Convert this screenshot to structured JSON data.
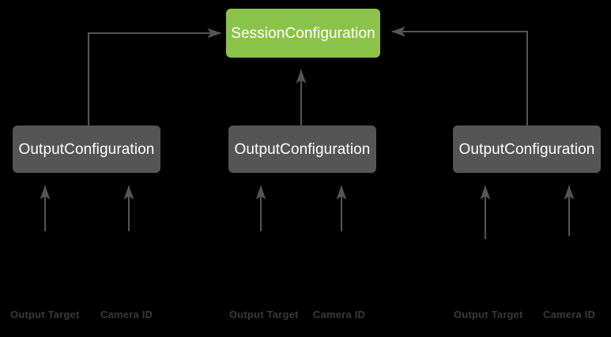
{
  "diagram": {
    "title_node": {
      "label": "SessionConfiguration",
      "color": "#8bc34a",
      "text_color": "#ffffff"
    },
    "background_color": "#000000",
    "edge_color": "#555555",
    "output_nodes": [
      {
        "label": "OutputConfiguration",
        "color": "#555555"
      },
      {
        "label": "OutputConfiguration",
        "color": "#555555"
      },
      {
        "label": "OutputConfiguration",
        "color": "#555555"
      }
    ],
    "leaf_labels": [
      {
        "output_target": "Output Target",
        "camera_id": "Camera ID"
      },
      {
        "output_target": "Output Target",
        "camera_id": "Camera ID"
      },
      {
        "output_target": "Output Target",
        "camera_id": "Camera ID"
      }
    ],
    "leaf_text_color": "#3a3a3a",
    "edges": [
      {
        "from": "OutputConfiguration 1",
        "to": "SessionConfiguration",
        "style": "elbow-right"
      },
      {
        "from": "OutputConfiguration 2",
        "to": "SessionConfiguration",
        "style": "straight-up"
      },
      {
        "from": "OutputConfiguration 3",
        "to": "SessionConfiguration",
        "style": "elbow-left"
      },
      {
        "from": "Output Target 1",
        "to": "OutputConfiguration 1",
        "style": "straight-up"
      },
      {
        "from": "Camera ID 1",
        "to": "OutputConfiguration 1",
        "style": "straight-up"
      },
      {
        "from": "Output Target 2",
        "to": "OutputConfiguration 2",
        "style": "straight-up"
      },
      {
        "from": "Camera ID 2",
        "to": "OutputConfiguration 2",
        "style": "straight-up"
      },
      {
        "from": "Output Target 3",
        "to": "OutputConfiguration 3",
        "style": "straight-up"
      },
      {
        "from": "Camera ID 3",
        "to": "OutputConfiguration 3",
        "style": "straight-up"
      }
    ]
  }
}
